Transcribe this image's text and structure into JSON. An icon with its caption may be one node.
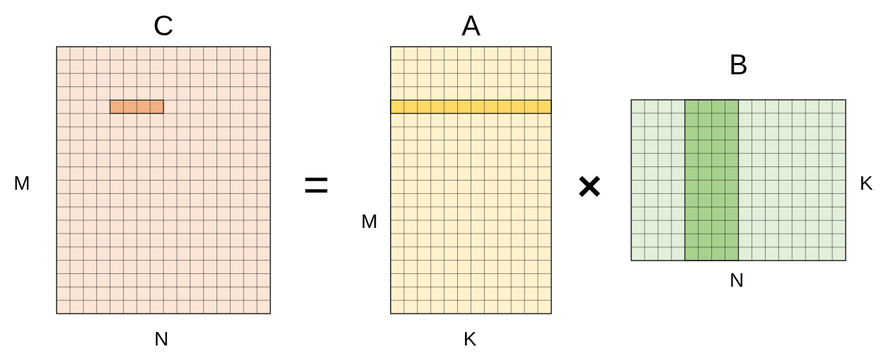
{
  "diagram": {
    "nodes": [
      {
        "text": [
          "C"
        ]
      },
      {
        "text": [],
        "shape": "bar",
        "in": 0
      },
      {
        "text": [
          "A"
        ]
      },
      {
        "text": [],
        "shape": "bar",
        "in": 2
      },
      {
        "text": [
          "B"
        ]
      },
      {
        "text": [],
        "shape": "bar",
        "in": 4
      }
    ],
    "labels": [
      "M",
      "=",
      "M",
      "×",
      "K",
      "N",
      "N",
      "K"
    ]
  }
}
